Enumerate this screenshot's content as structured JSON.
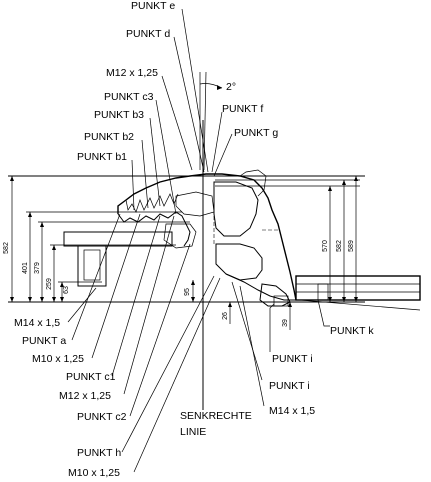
{
  "labels": {
    "punkt_e": "PUNKT e",
    "punkt_d": "PUNKT d",
    "m12_top": "M12 x 1,25",
    "punkt_c3": "PUNKT c3",
    "punkt_b3": "PUNKT b3",
    "punkt_b2": "PUNKT b2",
    "punkt_b1": "PUNKT b1",
    "punkt_f": "PUNKT f",
    "punkt_g": "PUNKT g",
    "angle": "2°",
    "m14_left": "M14 x 1,5",
    "punkt_a": "PUNKT a",
    "m10_left": "M10 x 1,25",
    "punkt_c1": "PUNKT c1",
    "m12_bottom": "M12 x 1,25",
    "punkt_c2": "PUNKT c2",
    "punkt_h": "PUNKT h",
    "m10_bottom": "M10 x 1,25",
    "senkrechte_1": "SENKRECHTE",
    "senkrechte_2": "LINIE",
    "punkt_i_1": "PUNKT i",
    "punkt_i_2": "PUNKT i",
    "m14_right": "M14 x 1,5",
    "punkt_k": "PUNKT k"
  },
  "dimensions": {
    "d582_left": "582",
    "d401": "401",
    "d379": "379",
    "d259": "259",
    "d63": "63",
    "d95": "95",
    "d26": "26",
    "d39": "39",
    "d570": "570",
    "d582_right": "582",
    "d589": "589"
  }
}
